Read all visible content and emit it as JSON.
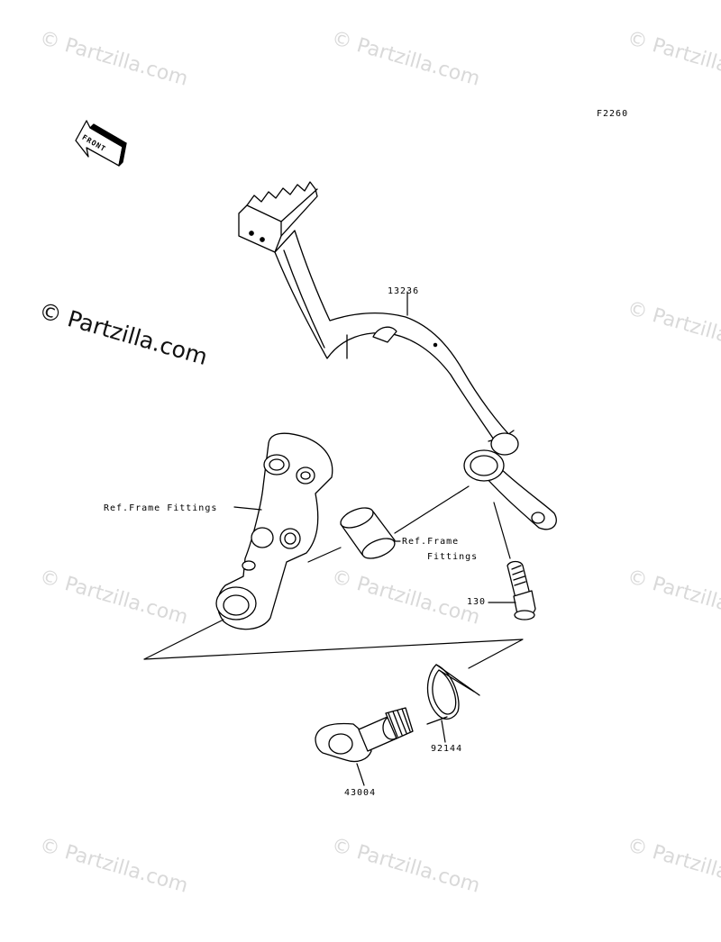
{
  "diagram_code": "F2260",
  "front_arrow": "FRONT",
  "watermark": {
    "light_text": "© Partzilla.com",
    "main_text": "© Partzilla.com"
  },
  "parts": {
    "pedal": "13236",
    "bolt": "130",
    "spring": "92144",
    "shaft": "43004"
  },
  "refs": {
    "frame_left": "Ref.Frame Fittings",
    "frame_collar_line1": "Ref.Frame",
    "frame_collar_line2": "Fittings"
  }
}
